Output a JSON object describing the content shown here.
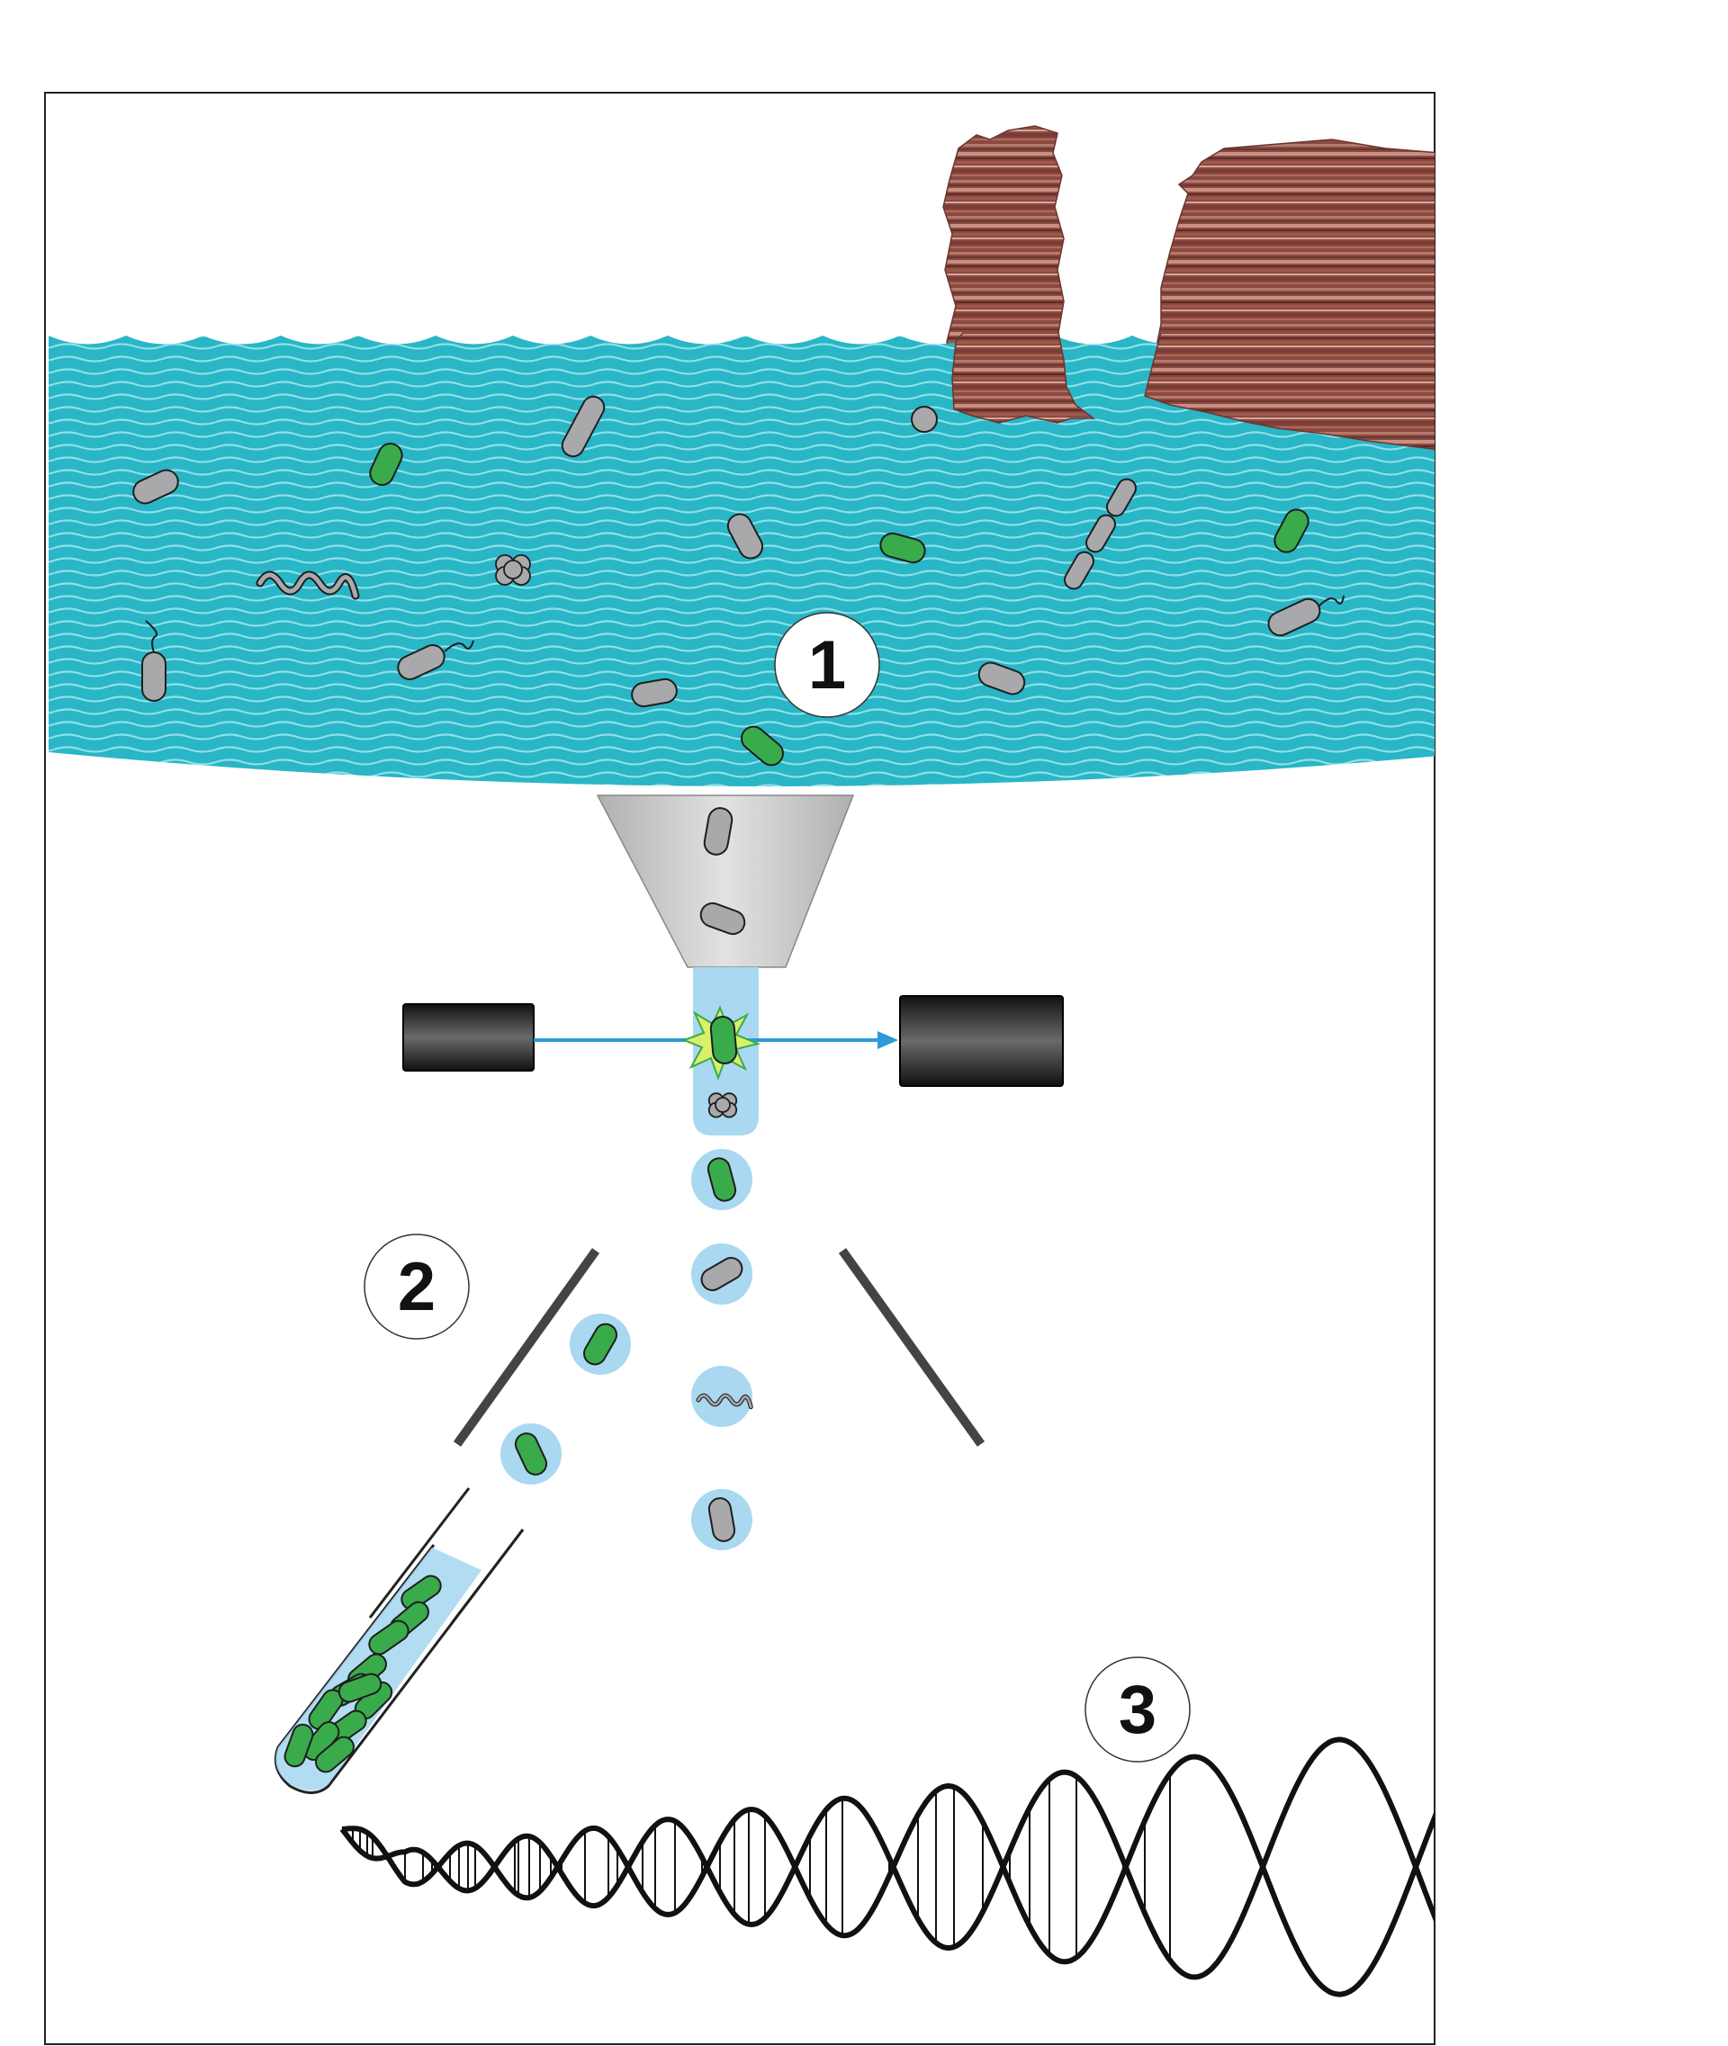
{
  "steps": [
    {
      "label": "1"
    },
    {
      "label": "2"
    },
    {
      "label": "3"
    }
  ],
  "colors": {
    "water": "#29b6c6",
    "water_line": "#8fe0e8",
    "cell_green": "#3aab4a",
    "cell_gray": "#a9a9ab",
    "cell_outline": "#1e1e1e",
    "droplet": "#a9d8f0",
    "funnel": "#c8c8c8",
    "detector": "#1b1b1b",
    "laser": "#2a9bd8",
    "flash": "#c4e84a",
    "deflector": "#444444",
    "dna_strand": "#111111",
    "rock": "#8a4a42",
    "base_orange": "#e07a2a",
    "base_blue": "#6a8fb8",
    "base_yellow": "#f2b84a",
    "base_green": "#8ab83a"
  },
  "icons": [
    "seawater-icon",
    "rock-icon",
    "bacteria-icon",
    "funnel-icon",
    "laser-source-icon",
    "detector-icon",
    "fluorescence-flash-icon",
    "droplet-icon",
    "deflector-plate-icon",
    "test-tube-icon",
    "dna-helix-icon"
  ]
}
